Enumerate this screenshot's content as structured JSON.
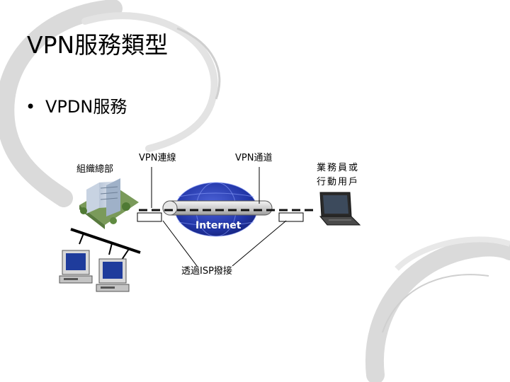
{
  "slide": {
    "title": "VPN服務類型",
    "bullet": "VPDN服務"
  },
  "diagram": {
    "headquarters_label": "組織總部",
    "vpn_connection_label": "VPN連線",
    "vpn_tunnel_label": "VPN通道",
    "mobile_user_label": "業務員或\n行動用戶",
    "internet_label": "Internet",
    "isp_dialup_label": "透過ISP撥接"
  },
  "colors": {
    "swirl": "#d9d9d9",
    "globe": "#2236a8",
    "tunnel_line": "#111111"
  }
}
